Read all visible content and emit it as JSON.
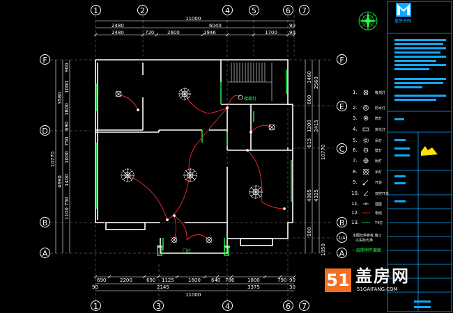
{
  "grid": {
    "top_numbers": [
      "1",
      "2",
      "4",
      "5",
      "6",
      "7"
    ],
    "bottom_numbers": [
      "1",
      "3",
      "4",
      "6",
      "7"
    ],
    "left_letters": [
      "F",
      "D",
      "B",
      "A"
    ],
    "right_letters": [
      "F",
      "E",
      "C",
      "B",
      "1/A",
      "A"
    ]
  },
  "dims": {
    "top_total": "11000",
    "top_row1": [
      "2480",
      "6040",
      "90"
    ],
    "top_row2": [
      "2480",
      "720",
      "2600",
      "1946",
      "1700",
      "90"
    ],
    "bottom_row1": [
      "690",
      "2200",
      "690",
      "1125",
      "1600",
      "640",
      "786",
      "1800",
      "790",
      "90"
    ],
    "bottom_row2": [
      "90",
      "2145",
      "3375",
      "30"
    ],
    "bottom_total": "11000",
    "left_total": "10770",
    "left_mid": [
      "3580",
      "4690"
    ],
    "left_segs": [
      "900",
      "1000",
      "1800",
      "690",
      "750",
      "1000",
      "1400",
      "750",
      "1100"
    ],
    "right_total": "10770",
    "right_mid": [
      "2560",
      "2415",
      "4325"
    ],
    "right_segs": [
      "1460",
      "600",
      "1200",
      "615",
      "4085",
      "900"
    ],
    "right_bottom": "1950"
  },
  "rooms": {
    "stair_label": "楼梯灯",
    "porch_label": "门灯"
  },
  "legend": {
    "items": [
      {
        "num": "1.",
        "text": "吸顶灯"
      },
      {
        "num": "2.",
        "text": "防水灯"
      },
      {
        "num": "3.",
        "text": "筒灯"
      },
      {
        "num": "4.",
        "text": "荧光灯"
      },
      {
        "num": "5.",
        "text": "吊灯"
      },
      {
        "num": "6.",
        "text": "壁灯"
      },
      {
        "num": "7.",
        "text": "射灯"
      },
      {
        "num": "8.",
        "text": "吊灯"
      },
      {
        "num": "9.",
        "text": "开关"
      },
      {
        "num": "10.",
        "text": "双控开关"
      },
      {
        "num": "11.",
        "text": "插座"
      },
      {
        "num": "12.",
        "text": "电线"
      },
      {
        "num": "13.",
        "text": "T4灯"
      }
    ],
    "t4_value": "T4灯"
  },
  "notes": {
    "line1": "本图仅供参考,施工",
    "line2": "以实际为准",
    "title": "一层照明平面图"
  },
  "titleblock": {
    "company": "盖房子网"
  },
  "watermark": {
    "badge": "51",
    "name": "盖房网",
    "url": "51GAIFANG.COM"
  },
  "colors": {
    "wall": "#ffffff",
    "wire": "#ff2a2a",
    "accent": "#12a8ff",
    "green": "#22ff44",
    "fixture": "#ffffff"
  }
}
